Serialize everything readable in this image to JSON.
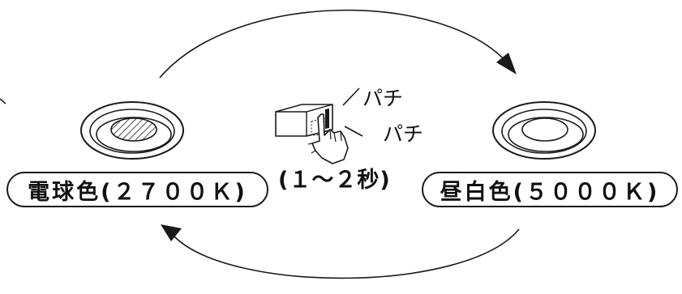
{
  "diagram": {
    "warm_light": {
      "label": "電球色(２７００Ｋ)"
    },
    "daylight": {
      "label": "昼白色(５０００Ｋ)"
    },
    "switch": {
      "sound_1": "パチ",
      "sound_2": "パチ",
      "duration": "(１～２秒)"
    }
  },
  "icons": [
    "downlight-icon",
    "wall-switch-icon",
    "pointing-hand-icon",
    "cycle-arrow-icon"
  ],
  "colors": {
    "line": "#1a1a1a",
    "background": "#ffffff"
  }
}
